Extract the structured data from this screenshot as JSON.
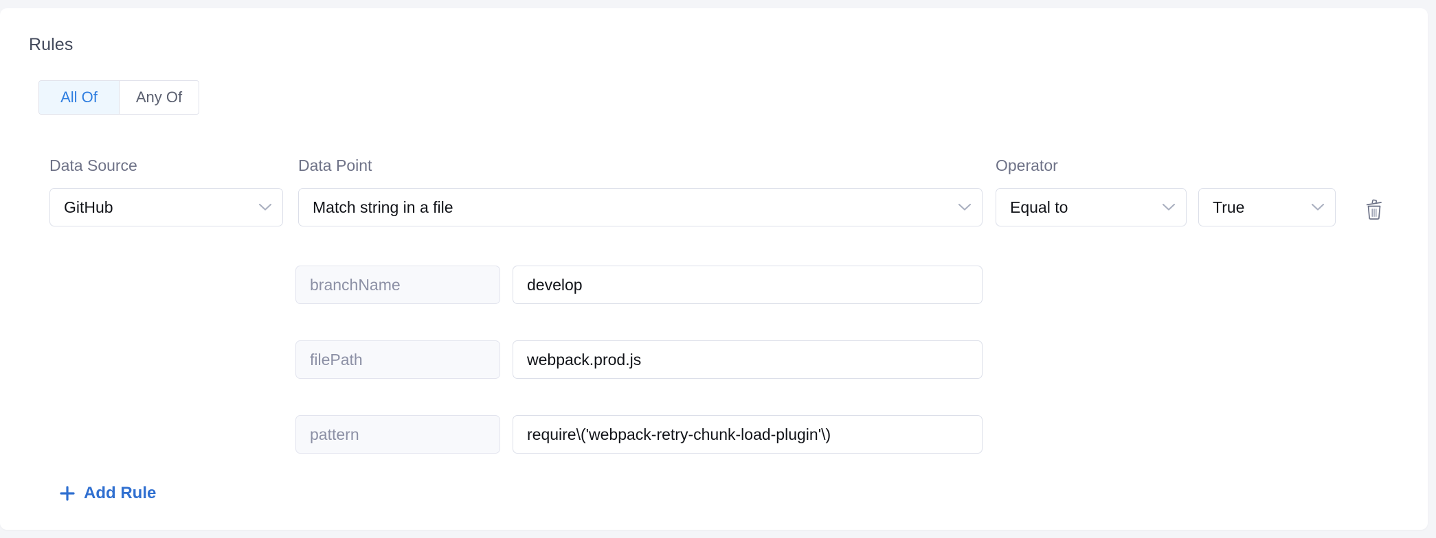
{
  "panel": {
    "section_title": "Rules"
  },
  "match_mode": {
    "options": [
      {
        "label": "All Of",
        "active": true
      },
      {
        "label": "Any Of",
        "active": false
      }
    ]
  },
  "columns": {
    "data_source_label": "Data Source",
    "data_point_label": "Data Point",
    "operator_label": "Operator"
  },
  "rule": {
    "data_source": "GitHub",
    "data_point": "Match string in a file",
    "operator": "Equal to",
    "value": "True",
    "delete_icon": "trash-icon",
    "chevron_icon": "chevron-down-icon",
    "parameters": [
      {
        "key": "branchName",
        "value": "develop"
      },
      {
        "key": "filePath",
        "value": "webpack.prod.js"
      },
      {
        "key": "pattern",
        "value": "require\\('webpack-retry-chunk-load-plugin'\\)"
      }
    ]
  },
  "actions": {
    "add_rule_label": "Add Rule",
    "add_rule_icon": "plus-icon"
  },
  "colors": {
    "accent_blue": "#2f7ee0",
    "link_blue": "#2f6fd0",
    "active_tab_bg": "#eef7fe",
    "label_gray": "#6e7287",
    "title_gray": "#434a5c",
    "border_gray": "#dcdfe9",
    "key_field_bg": "#f8f9fc",
    "page_bg": "#f4f5f8"
  }
}
